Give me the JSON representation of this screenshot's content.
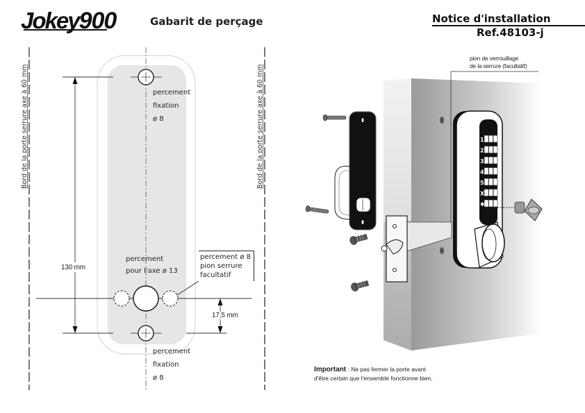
{
  "header": {
    "brand": "Jokey",
    "brand_number": "900",
    "subtitle": "Gabarit de perçage",
    "notice_title": "Notice d'installation",
    "reference": "Ref.48103-j"
  },
  "template": {
    "door_edge_label_left": "Bord de la porte serrure axe à 60 mm",
    "door_edge_label_right": "Bord de la porte serrure axe à 60 mm",
    "top_hole": {
      "line1": "percement",
      "line2": "fixation",
      "line3": "ø 8"
    },
    "axis_hole": {
      "line1": "percement",
      "line2": "pour l'axe ø 13"
    },
    "optional_pin": {
      "line1": "percement ø 8",
      "line2": "pion serrure",
      "line3": "facultatif"
    },
    "bottom_hole": {
      "line1": "percement",
      "line2": "fixation",
      "line3": "ø 8"
    },
    "dim_vertical": "130 mm",
    "dim_offset": "17,5 mm"
  },
  "illustration": {
    "callout_line1": "pion de verrouillage",
    "callout_line2": "de la serrure (facultatif)",
    "keypad_labels": [
      "1",
      "2",
      "3",
      "4",
      "5",
      "X",
      "✱"
    ]
  },
  "footer": {
    "important_label": "Important",
    "important_text_1": " : Ne pas fermer la porte avant",
    "important_text_2": "d'être certain que l'ensemble fonctionne bien."
  },
  "colors": {
    "plate_fill": "#e6e6e6",
    "outline_gray": "#c8c8c8",
    "ink": "#1a1a1a",
    "door_face": "#b0b0b0"
  }
}
